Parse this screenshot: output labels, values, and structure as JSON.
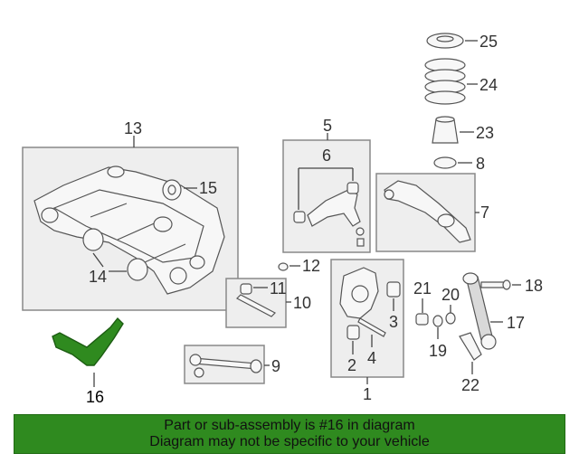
{
  "callouts": {
    "c1": "1",
    "c2": "2",
    "c3": "3",
    "c4": "4",
    "c5": "5",
    "c6": "6",
    "c7": "7",
    "c8": "8",
    "c9": "9",
    "c10": "10",
    "c11": "11",
    "c12": "12",
    "c13": "13",
    "c14": "14",
    "c15": "15",
    "c16": "16",
    "c17": "17",
    "c18": "18",
    "c19": "19",
    "c20": "20",
    "c21": "21",
    "c22": "22",
    "c23": "23",
    "c24": "24",
    "c25": "25"
  },
  "banner": {
    "line1": "Part or sub-assembly is #16 in diagram",
    "line2": "Diagram may not be specific to your vehicle"
  },
  "colors": {
    "highlight": "#2f8a1f",
    "box_fill": "#eeeeee",
    "line": "#444444"
  }
}
